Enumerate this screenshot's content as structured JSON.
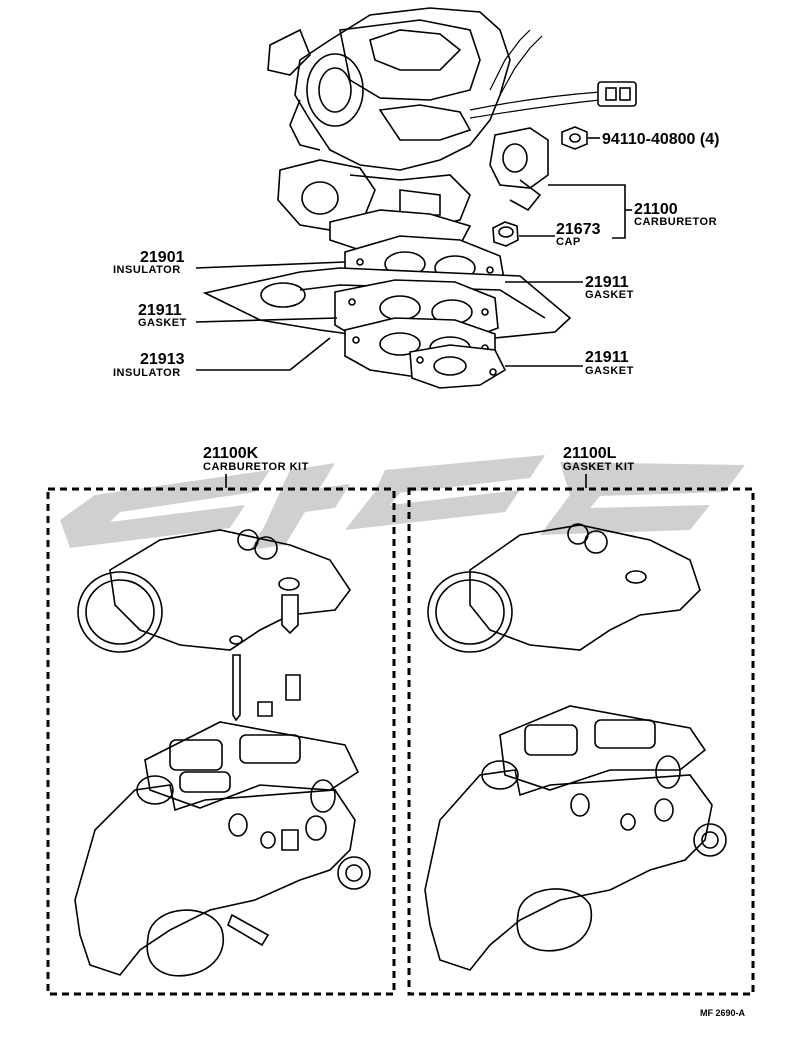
{
  "top_callouts": {
    "bolt": {
      "number": "94110-40800 (4)"
    },
    "carburetor": {
      "number": "21100",
      "name": "CARBURETOR"
    },
    "cap": {
      "number": "21673",
      "name": "CAP"
    },
    "insulator1": {
      "number": "21901",
      "name": "INSULATOR"
    },
    "gasket_upper": {
      "number": "21911",
      "name": "GASKET"
    },
    "gasket_left": {
      "number": "21911",
      "name": "GASKET"
    },
    "insulator2": {
      "number": "21913",
      "name": "INSULATOR"
    },
    "gasket_lower": {
      "number": "21911",
      "name": "GASKET"
    }
  },
  "kits": [
    {
      "number": "21100K",
      "name": "CARBURETOR KIT"
    },
    {
      "number": "21100L",
      "name": "GASKET KIT"
    }
  ],
  "footer_code": "MF  2690-A",
  "colors": {
    "line": "#000000",
    "watermark": "#c8c8c8",
    "background": "#ffffff"
  }
}
